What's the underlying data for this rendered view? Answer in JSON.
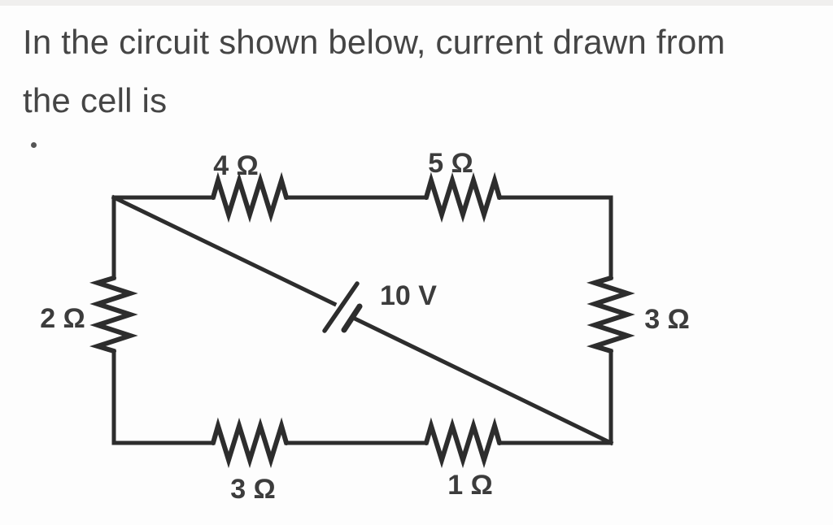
{
  "question": {
    "line1": "In the circuit shown below, current drawn from",
    "line2": "the cell is"
  },
  "circuit": {
    "type": "resistor-network-with-cell",
    "source": {
      "label": "10 V",
      "kind": "cell-on-diagonal-branch"
    },
    "resistors": {
      "top_left": "4 Ω",
      "top_right": "5 Ω",
      "left": "2 Ω",
      "right": "3 Ω",
      "bottom_left": "3 Ω",
      "bottom_right": "1 Ω"
    }
  },
  "colors": {
    "background": "#fdfdfd",
    "circuit_line": "#2d2d2d",
    "label_text": "#3c3c3c",
    "question_text": "#454545"
  }
}
